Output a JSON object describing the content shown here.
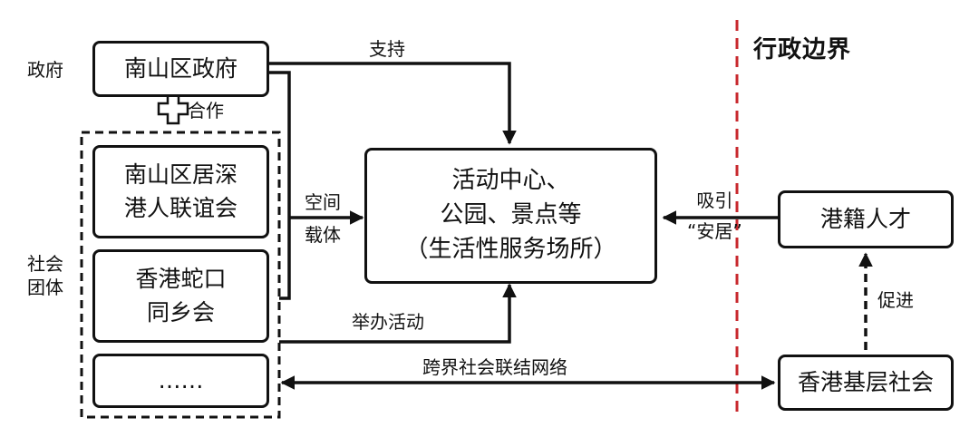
{
  "boundary": {
    "title": "行政边界",
    "color": "#c8282d"
  },
  "labels": {
    "government": "政府",
    "social_groups_line1": "社会",
    "social_groups_line2": "团体",
    "cooperation": "合作"
  },
  "nodes": {
    "government": "南山区政府",
    "association1_line1": "南山区居深",
    "association1_line2": "港人联谊会",
    "association2_line1": "香港蛇口",
    "association2_line2": "同乡会",
    "more": "……",
    "center_line1": "活动中心、",
    "center_line2": "公园、景点等",
    "center_line3": "（生活性服务场所）",
    "talent": "港籍人才",
    "grassroots": "香港基层社会"
  },
  "edges": {
    "support": "支持",
    "space_line1": "空间",
    "space_line2": "载体",
    "activities": "举办活动",
    "attract_line1": "吸引",
    "attract_line2": "“安居”",
    "promote": "促进",
    "network": "跨界社会联结网络"
  }
}
